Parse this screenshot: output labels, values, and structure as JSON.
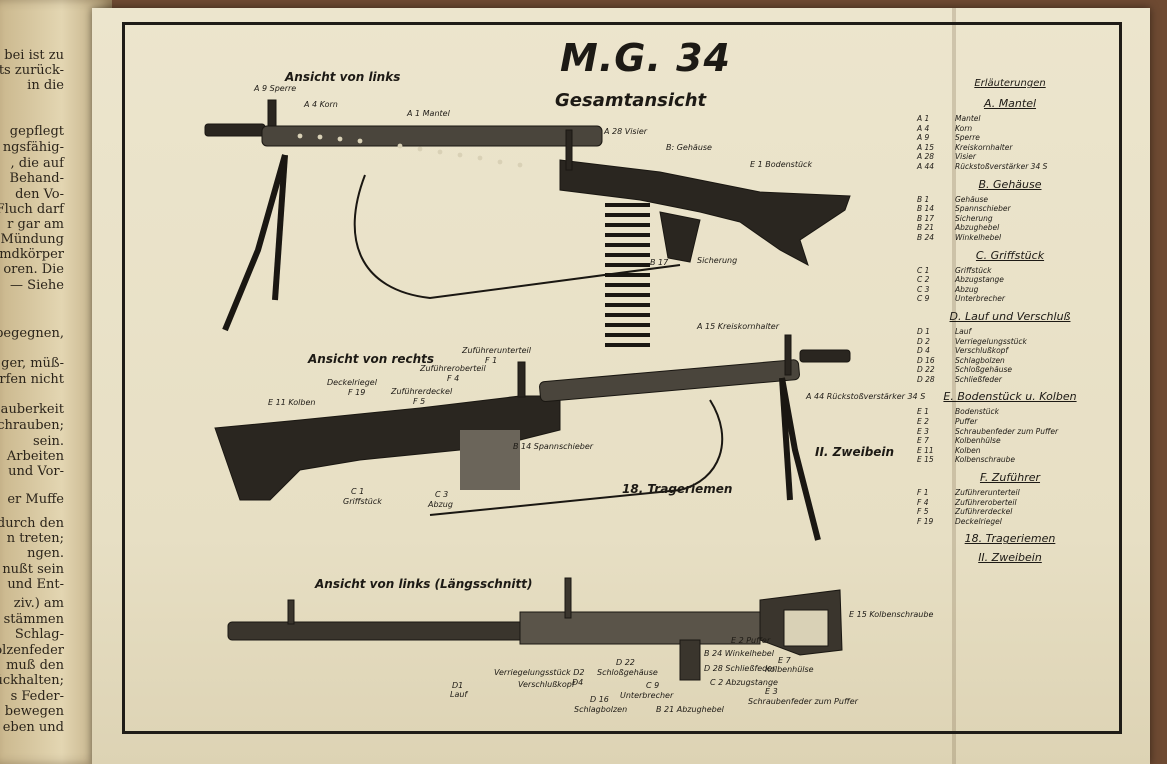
{
  "left_page_lines": [
    "bei ist zu",
    "ts zurück-",
    "in die",
    "gepflegt",
    "ngsfähig-",
    ", die auf",
    "Behand-",
    "den Vo-",
    "Fluch darf",
    "r gar am",
    "Mündung",
    "emdkörper",
    "oren. Die",
    "— Siehe",
    "begegnen,",
    "ger, müß-",
    "rfen nicht",
    "Sauberkeit",
    "chrauben;",
    "sein.",
    "Arbeiten",
    "und Vor-",
    "er Muffe",
    "durch den",
    "n treten;",
    "ngen.",
    "nußt sein",
    "und Ent-",
    "ziv.) am",
    "stämmen",
    "Schlag-",
    "olzenfeder",
    "muß den",
    "Rückhalten;",
    "s Feder-",
    "bewegen",
    "eben und"
  ],
  "title": "M.G. 34",
  "subtitle": "Gesamtansicht",
  "views": {
    "top": "Ansicht von links",
    "middle": "Ansicht von rechts",
    "bottom": "Ansicht von links (Längsschnitt)"
  },
  "top_labels": {
    "a9": "A 9 Sperre",
    "a4": "A 4 Korn",
    "a1": "A 1 Mantel",
    "a28": "A 28 Visier",
    "b": "B: Gehäuse",
    "e1": "E 1 Bodenstück",
    "b17": "B 17",
    "sich": "Sicherung"
  },
  "mid_labels": {
    "zu1a": "Zuführerunterteil",
    "zu1b": "F 1",
    "zo": "Zuführeroberteil",
    "f4": "F 4",
    "dr": "Deckelriegel",
    "f19": "F 19",
    "zd": "Zuführerdeckel",
    "f5": "F 5",
    "e11": "E 11 Kolben",
    "a15": "A 15 Kreiskornhalter",
    "a44": "A 44 Rückstoßverstärker 34 S",
    "b14": "B 14 Spannschieber",
    "zweibein": "II. Zweibein",
    "trageriemen": "18. Trageriemen",
    "c1": "C 1",
    "griff": "Griffstück",
    "c3": "C 3",
    "abzug": "Abzug"
  },
  "bot_labels": {
    "e15": "E 15 Kolbenschraube",
    "e2a": "E 2 Puffer",
    "b24": "B 24 Winkelhebel",
    "d28": "D 28 Schließfeder",
    "c2": "C 2 Abzugstange",
    "e7a": "E 7",
    "e7b": "Kolbenhülse",
    "e3a": "E 3",
    "e3b": "Schraubenfeder zum Puffer",
    "d22a": "D 22",
    "d22b": "Schloßgehäuse",
    "c9a": "C 9",
    "c9b": "Unterbrecher",
    "b21": "B 21 Abzughebel",
    "d16a": "D 16",
    "d16b": "Schlagbolzen",
    "vs": "Verriegelungsstück D2",
    "vk": "Verschlußkopf",
    "d4": "D4",
    "d1a": "D1",
    "d1b": "Lauf"
  },
  "legend": {
    "title": "Erläuterungen",
    "sections": [
      {
        "heading": "A. Mantel",
        "rows": [
          [
            "A 1",
            "Mantel"
          ],
          [
            "A 4",
            "Korn"
          ],
          [
            "A 9",
            "Sperre"
          ],
          [
            "A 15",
            "Kreiskornhalter"
          ],
          [
            "A 28",
            "Visier"
          ],
          [
            "A 44",
            "Rückstoßverstärker 34 S"
          ]
        ]
      },
      {
        "heading": "B. Gehäuse",
        "rows": [
          [
            "B 1",
            "Gehäuse"
          ],
          [
            "B 14",
            "Spannschieber"
          ],
          [
            "B 17",
            "Sicherung"
          ],
          [
            "B 21",
            "Abzughebel"
          ],
          [
            "B 24",
            "Winkelhebel"
          ]
        ]
      },
      {
        "heading": "C. Griffstück",
        "rows": [
          [
            "C 1",
            "Griffstück"
          ],
          [
            "C 2",
            "Abzugstange"
          ],
          [
            "C 3",
            "Abzug"
          ],
          [
            "C 9",
            "Unterbrecher"
          ]
        ]
      },
      {
        "heading": "D. Lauf und Verschluß",
        "rows": [
          [
            "D 1",
            "Lauf"
          ],
          [
            "D 2",
            "Verriegelungsstück"
          ],
          [
            "D 4",
            "Verschlußkopf"
          ],
          [
            "D 16",
            "Schlagbolzen"
          ],
          [
            "D 22",
            "Schloßgehäuse"
          ],
          [
            "D 28",
            "Schließfeder"
          ]
        ]
      },
      {
        "heading": "E. Bodenstück u. Kolben",
        "rows": [
          [
            "E 1",
            "Bodenstück"
          ],
          [
            "E 2",
            "Puffer"
          ],
          [
            "E 3",
            "Schraubenfeder zum Puffer"
          ],
          [
            "E 7",
            "Kolbenhülse"
          ],
          [
            "E 11",
            "Kolben"
          ],
          [
            "E 15",
            "Kolbenschraube"
          ]
        ]
      },
      {
        "heading": "F. Zuführer",
        "rows": [
          [
            "F 1",
            "Zuführerunterteil"
          ],
          [
            "F 4",
            "Zuführeroberteil"
          ],
          [
            "F 5",
            "Zuführerdeckel"
          ],
          [
            "F 19",
            "Deckelriegel"
          ]
        ]
      },
      {
        "heading": "18. Trageriemen",
        "rows": []
      },
      {
        "heading": "II. Zweibein",
        "rows": []
      }
    ]
  }
}
